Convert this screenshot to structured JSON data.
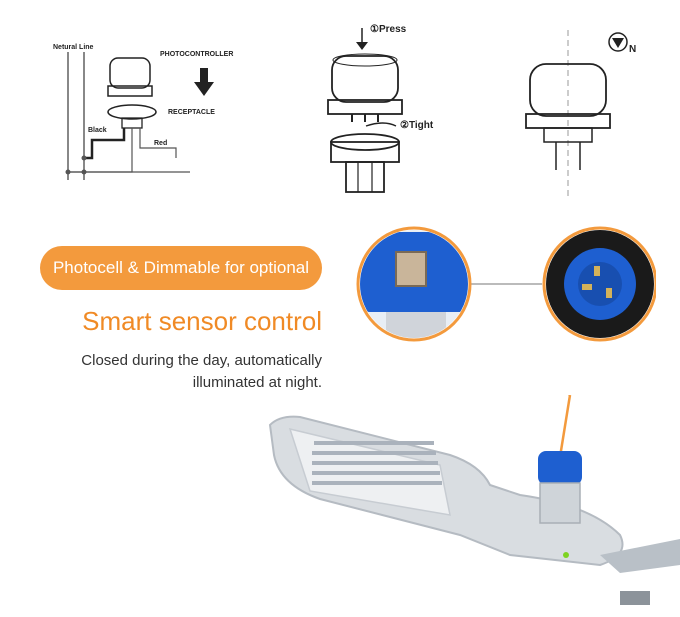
{
  "diagram": {
    "wiring": {
      "neutral_line": "Netural Line",
      "photocontroller": "PHOTOCONTROLLER",
      "receptacle": "RECEPTACLE",
      "black": "Black",
      "red": "Red"
    },
    "install": {
      "press": "①Press",
      "tight": "②Tight"
    },
    "north_label": "N"
  },
  "feature": {
    "badge": "Photocell & Dimmable for optional",
    "headline": "Smart sensor control",
    "description_line1": "Closed during the day, automatically",
    "description_line2": "illuminated at night."
  },
  "colors": {
    "accent_orange": "#f39a3d",
    "headline_orange": "#f08a25",
    "photocell_blue": "#1e5fd0"
  }
}
